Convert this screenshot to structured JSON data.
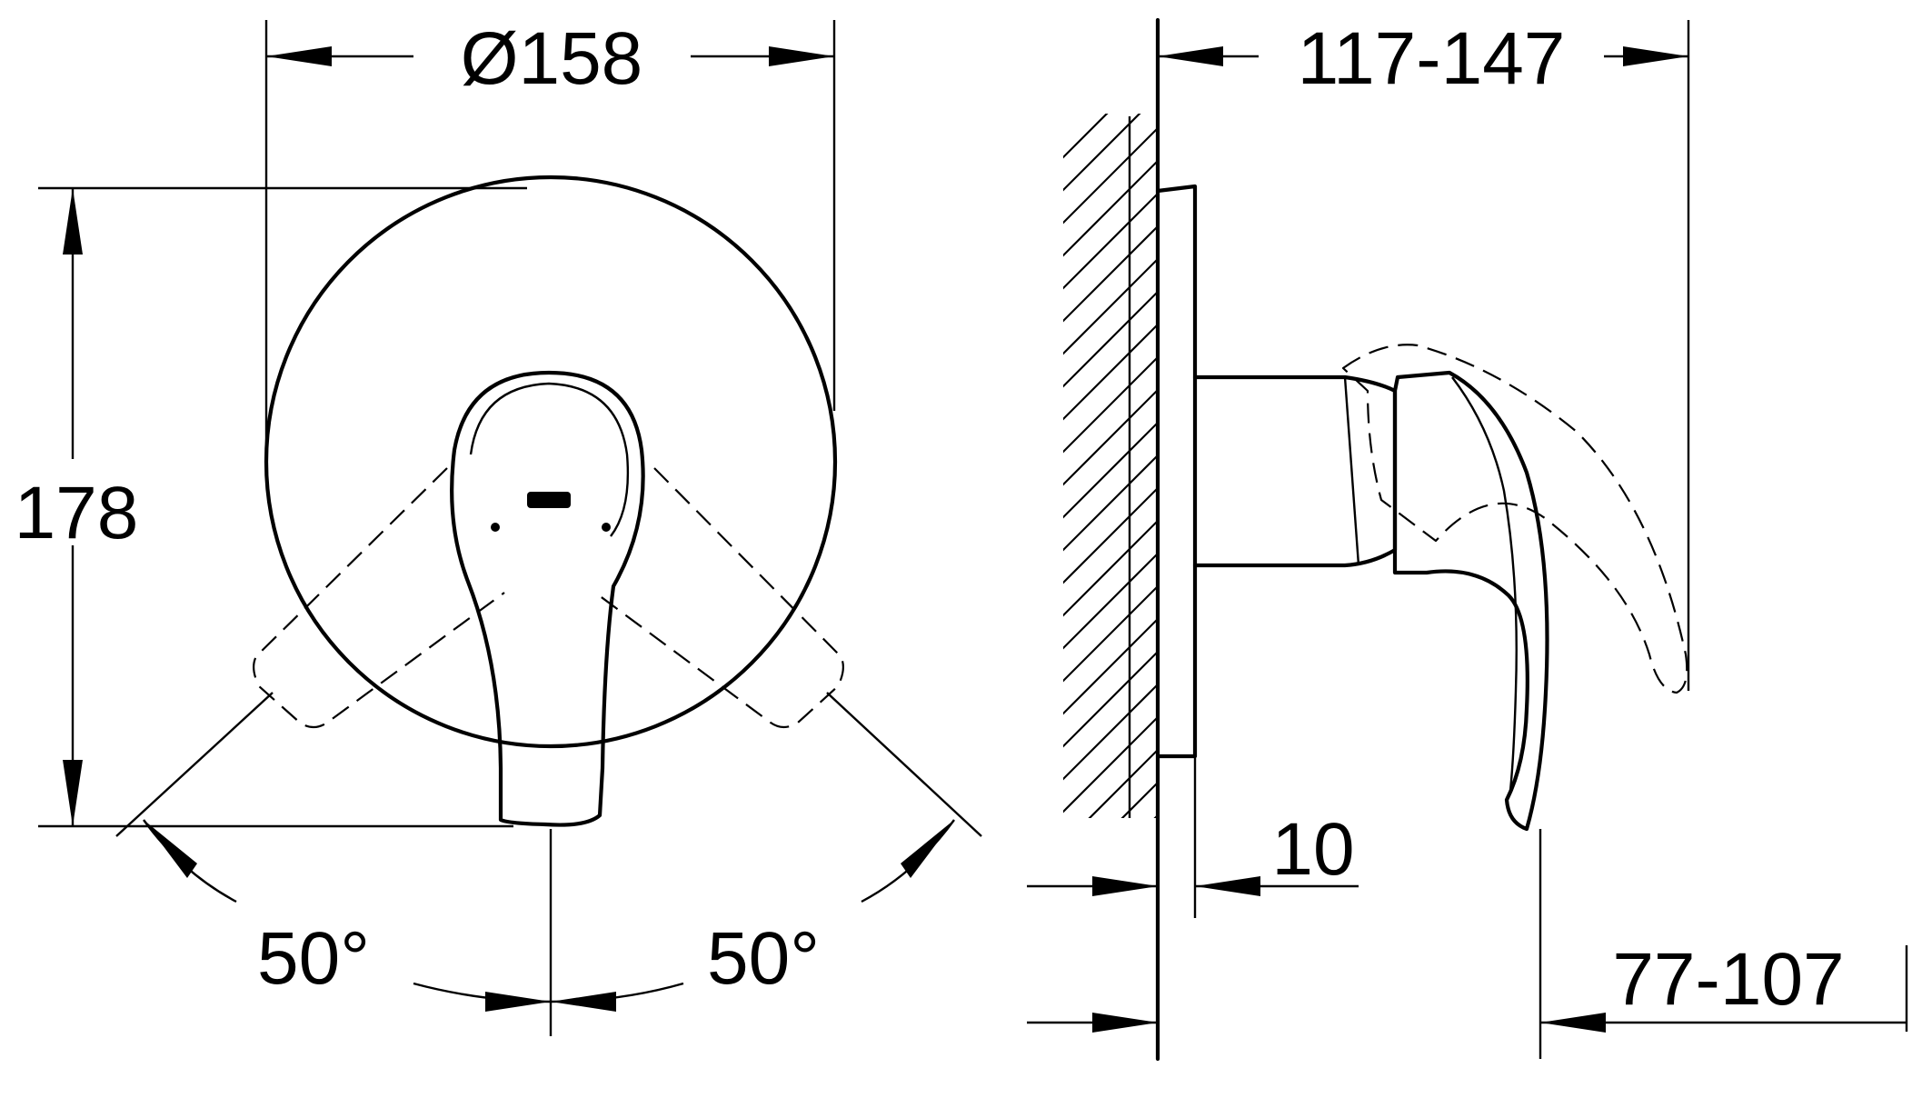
{
  "front_view": {
    "diameter_label": "Ø158",
    "height_label": "178",
    "angle_left_label": "50°",
    "angle_right_label": "50°"
  },
  "side_view": {
    "projection_label": "117-147",
    "plate_thickness_label": "10",
    "wall_offset_label": "77-107"
  }
}
